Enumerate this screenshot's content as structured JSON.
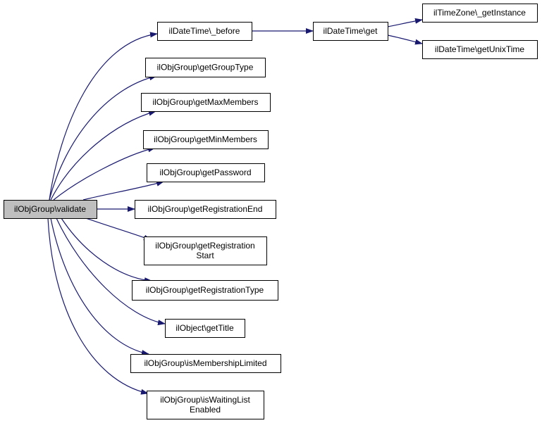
{
  "diagram": {
    "colors": {
      "edge": "#191970",
      "root_fill": "#bfbfbf",
      "node_fill": "#ffffff",
      "node_border": "#000000"
    },
    "nodes": [
      {
        "id": "validate",
        "lines": [
          "ilObjGroup\\validate"
        ],
        "root": true
      },
      {
        "id": "before",
        "lines": [
          "ilDateTime\\_before"
        ]
      },
      {
        "id": "dtget",
        "lines": [
          "ilDateTime\\get"
        ]
      },
      {
        "id": "tzget",
        "lines": [
          "ilTimeZone\\_getInstance"
        ]
      },
      {
        "id": "unix",
        "lines": [
          "ilDateTime\\getUnixTime"
        ]
      },
      {
        "id": "grouptype",
        "lines": [
          "ilObjGroup\\getGroupType"
        ]
      },
      {
        "id": "maxmem",
        "lines": [
          "ilObjGroup\\getMaxMembers"
        ]
      },
      {
        "id": "minmem",
        "lines": [
          "ilObjGroup\\getMinMembers"
        ]
      },
      {
        "id": "password",
        "lines": [
          "ilObjGroup\\getPassword"
        ]
      },
      {
        "id": "regend",
        "lines": [
          "ilObjGroup\\getRegistrationEnd"
        ]
      },
      {
        "id": "regstart",
        "lines": [
          "ilObjGroup\\getRegistration",
          "Start"
        ]
      },
      {
        "id": "regtype",
        "lines": [
          "ilObjGroup\\getRegistrationType"
        ]
      },
      {
        "id": "title",
        "lines": [
          "ilObject\\getTitle"
        ]
      },
      {
        "id": "memlimited",
        "lines": [
          "ilObjGroup\\isMembershipLimited"
        ]
      },
      {
        "id": "waiting",
        "lines": [
          "ilObjGroup\\isWaitingList",
          "Enabled"
        ]
      }
    ],
    "edges": [
      {
        "from": "validate",
        "to": "before"
      },
      {
        "from": "validate",
        "to": "grouptype"
      },
      {
        "from": "validate",
        "to": "maxmem"
      },
      {
        "from": "validate",
        "to": "minmem"
      },
      {
        "from": "validate",
        "to": "password"
      },
      {
        "from": "validate",
        "to": "regend"
      },
      {
        "from": "validate",
        "to": "regstart"
      },
      {
        "from": "validate",
        "to": "regtype"
      },
      {
        "from": "validate",
        "to": "title"
      },
      {
        "from": "validate",
        "to": "memlimited"
      },
      {
        "from": "validate",
        "to": "waiting"
      },
      {
        "from": "before",
        "to": "dtget"
      },
      {
        "from": "dtget",
        "to": "tzget"
      },
      {
        "from": "dtget",
        "to": "unix"
      }
    ]
  }
}
